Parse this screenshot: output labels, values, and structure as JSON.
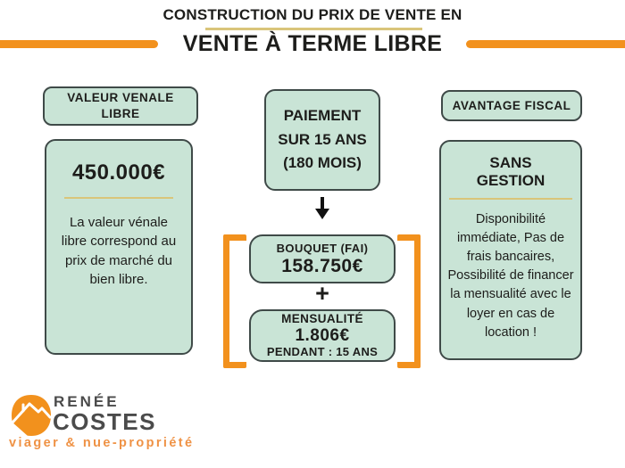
{
  "header": {
    "title_top": "CONSTRUCTION DU PRIX DE VENTE EN",
    "title_main": "VENTE À TERME LIBRE"
  },
  "left_column": {
    "badge": "VALEUR VENALE LIBRE",
    "value": "450.000€",
    "description": "La valeur vénale libre correspond au prix de marché du bien libre."
  },
  "middle_column": {
    "payment_box": {
      "line1": "PAIEMENT",
      "line2": "SUR 15 ANS",
      "line3": "(180 MOIS)"
    },
    "bouquet": {
      "label": "BOUQUET (FAI)",
      "value": "158.750€"
    },
    "plus_sign": "+",
    "mensualite": {
      "label": "MENSUALITÉ",
      "value": "1.806€",
      "duration": "PENDANT : 15 ANS"
    }
  },
  "right_column": {
    "badge": "AVANTAGE FISCAL",
    "heading_line1": "SANS",
    "heading_line2": "GESTION",
    "description": "Disponibilité immédiate, Pas de frais bancaires, Possibilité de financer la mensualité avec le loyer en cas de location !"
  },
  "logo": {
    "name_line1": "RENÉE",
    "name_line2": "COSTES",
    "tagline": "viager & nue-propriété"
  },
  "colors": {
    "mint_box_background": "#c9e4d6",
    "box_border": "#3f4a48",
    "accent_orange": "#f2911d",
    "gold_line": "#d9c57a",
    "text": "#1d1d1b",
    "logo_gray": "#4b4b4b"
  }
}
